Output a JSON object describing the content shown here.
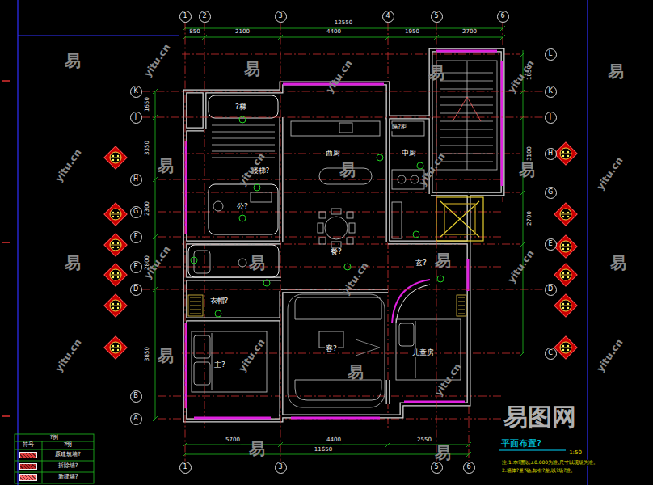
{
  "diagram": {
    "title": "平面布置?",
    "nodes": [
      {
        "text": [
          "1"
        ]
      },
      {
        "text": [
          "2"
        ]
      },
      {
        "text": [
          "3"
        ]
      },
      {
        "text": [
          "4"
        ]
      },
      {
        "text": [
          "5"
        ]
      },
      {
        "text": [
          "6"
        ]
      },
      {
        "text": [
          "L"
        ]
      },
      {
        "text": [
          "K"
        ]
      },
      {
        "text": [
          "K"
        ]
      },
      {
        "text": [
          "J"
        ]
      },
      {
        "text": [
          "J"
        ]
      },
      {
        "text": [
          "H"
        ]
      },
      {
        "text": [
          "H"
        ]
      },
      {
        "text": [
          "G"
        ]
      },
      {
        "text": [
          "G"
        ]
      },
      {
        "text": [
          "F"
        ]
      },
      {
        "text": [
          "E"
        ]
      },
      {
        "text": [
          "E"
        ]
      },
      {
        "text": [
          "D"
        ]
      },
      {
        "text": [
          "D"
        ]
      },
      {
        "text": [
          "C"
        ]
      },
      {
        "text": [
          "B"
        ]
      },
      {
        "text": [
          "A"
        ]
      },
      {
        "text": [
          "1"
        ]
      },
      {
        "text": [
          "3"
        ]
      },
      {
        "text": [
          "5"
        ]
      },
      {
        "text": [
          "6"
        ]
      }
    ],
    "edges": [
      {
        "from": 0,
        "to": 23,
        "arrow": "none"
      },
      {
        "from": 2,
        "to": 24,
        "arrow": "none"
      },
      {
        "from": 4,
        "to": 25,
        "arrow": "none"
      },
      {
        "from": 7,
        "to": 8,
        "arrow": "none"
      },
      {
        "from": 9,
        "to": 10,
        "arrow": "none"
      },
      {
        "from": 18,
        "to": 19,
        "arrow": "none"
      }
    ],
    "labels": [
      "12550",
      "850",
      "2100",
      "4400",
      "1950",
      "2700",
      "1650",
      "3350",
      "2300",
      "2800",
      "3850",
      "1850",
      "3100",
      "2700",
      "5700",
      "4400",
      "2550",
      "11650",
      "?梯",
      "楼梯?",
      "西厨",
      "中厨",
      "隔?柜",
      "公?",
      "餐?",
      "玄?",
      "衣帽?",
      "主?",
      "客?",
      "儿童房",
      "?例",
      "符号",
      "?明",
      "1:50",
      "注:1.本?面以±0.000为准,尺寸以现场为准。",
      "2.墙体?量?确,如有?差,以?场?准。",
      "易",
      "易",
      "易",
      "易",
      "易",
      "易",
      "易",
      "易",
      "易",
      "易",
      "易",
      "易",
      "易",
      "易",
      "易",
      "yitu.cn",
      "yitu.cn",
      "yitu.cn",
      "yitu.cn",
      "yitu.cn",
      "yitu.cn",
      "yitu.cn",
      "yitu.cn",
      "yitu.cn",
      "yitu.cn",
      "yitu.cn",
      "yitu.cn",
      "yitu.cn",
      "yitu.cn",
      "易图网"
    ],
    "legend": [
      {
        "text": "原建筑墙?",
        "color": "#e03c3c"
      },
      {
        "text": "拆除墙?",
        "color": "#c02828"
      },
      {
        "text": "新建墙?",
        "color": "#ff6a6a"
      }
    ]
  }
}
